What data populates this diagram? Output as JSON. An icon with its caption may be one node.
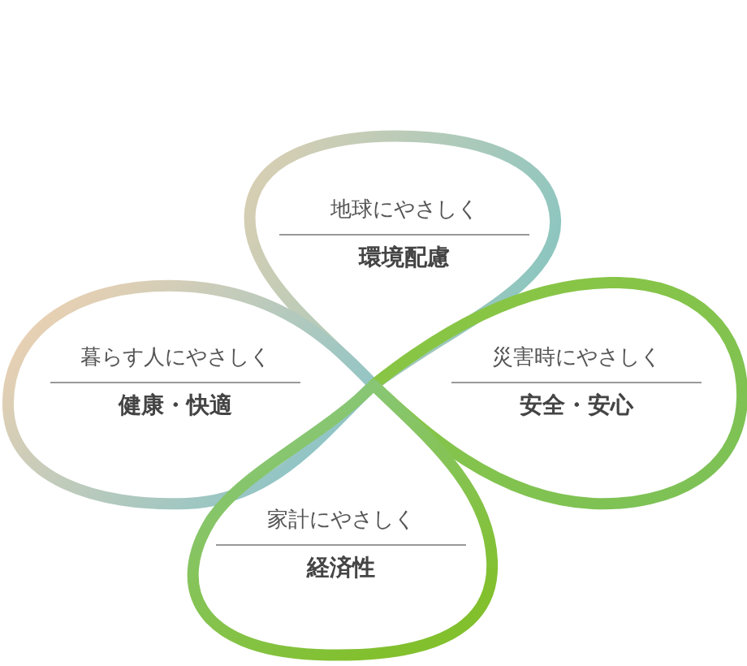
{
  "diagram": {
    "nodes": [
      {
        "text": [
          "地球にやさしく",
          "環境配慮"
        ]
      },
      {
        "text": [
          "暮らす人にやさしく",
          "健康・快適"
        ]
      },
      {
        "text": [
          "災害時にやさしく",
          "安全・安心"
        ]
      },
      {
        "text": [
          "家計にやさしく",
          "経済性"
        ]
      }
    ]
  }
}
